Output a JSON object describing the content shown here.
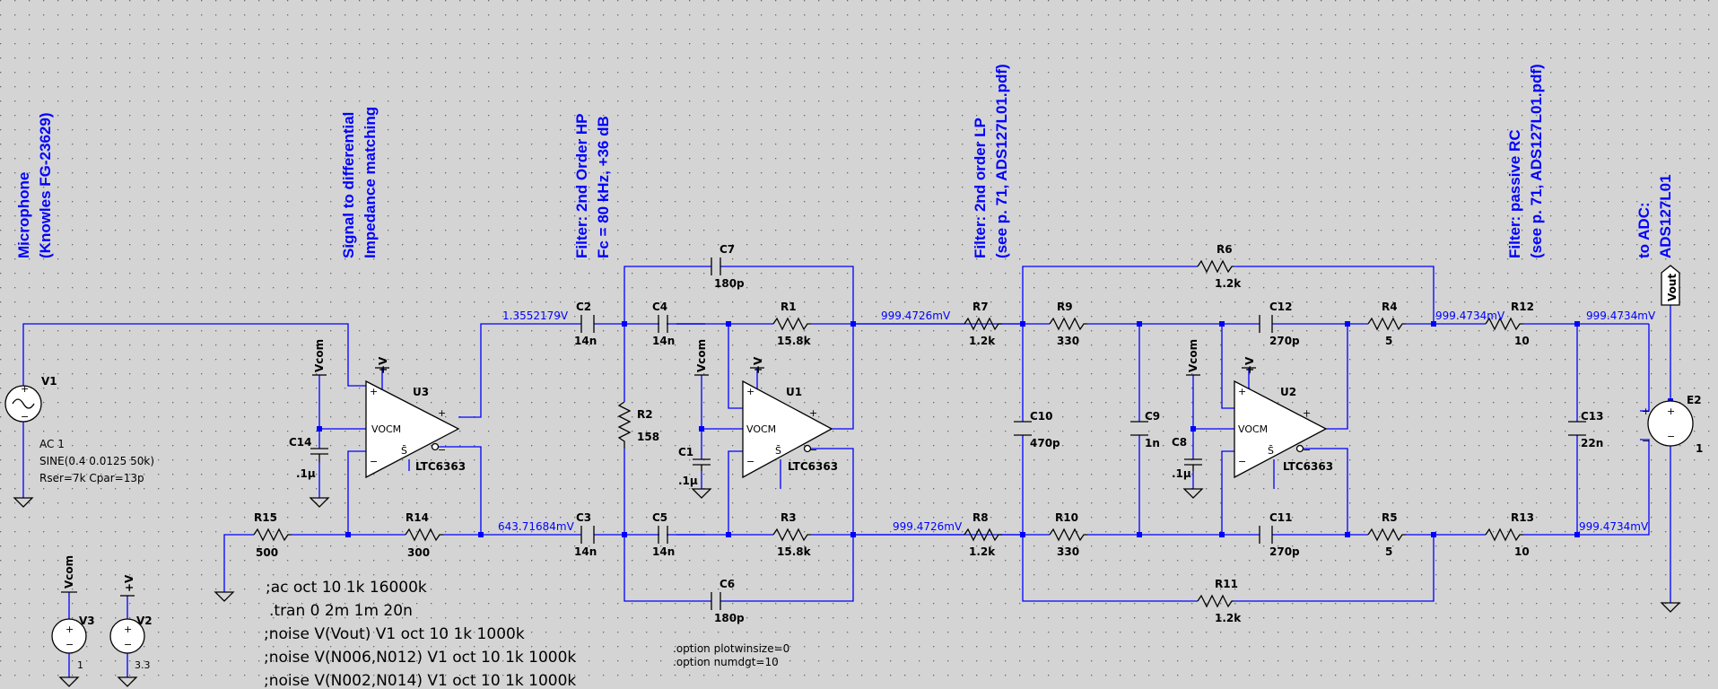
{
  "comments": {
    "mic_1": "Microphone",
    "mic_2": "(Knowles FG-23629)",
    "diff_1": "Signal to differential",
    "diff_2": "Impedance matching",
    "hp_1": "Filter: 2nd Order HP",
    "hp_2": "Fc = 80 kHz, +36 dB",
    "lp_1": "Filter: 2nd order LP",
    "lp_2": "(see p. 71, ADS127L01.pdf)",
    "rc_1": "Filter: passive RC",
    "rc_2": "(see p. 71, ADS127L01.pdf)",
    "adc_1": "to ADC:",
    "adc_2": "ADS127L01"
  },
  "voltages": {
    "n_c2": "1.3552179V",
    "n_c3": "643.71684mV",
    "n_r7": "999.4726mV",
    "n_r8": "999.4726mV",
    "n_r12": "999.4734mV",
    "n_out_top": "999.4734mV",
    "n_out_bot": "999.4734mV"
  },
  "components": {
    "V1": {
      "name": "V1",
      "v1": "AC 1",
      "v2": "SINE(0.4 0.0125 50k)",
      "v3": "Rser=7k Cpar=13p"
    },
    "V2": {
      "name": "V2",
      "value": "3.3"
    },
    "V3": {
      "name": "V3",
      "value": "1"
    },
    "E2": {
      "name": "E2",
      "value": "1"
    },
    "U1": {
      "name": "U1",
      "model": "LTC6363"
    },
    "U2": {
      "name": "U2",
      "model": "LTC6363"
    },
    "U3": {
      "name": "U3",
      "model": "LTC6363"
    },
    "C1": {
      "name": "C1",
      "value": ".1µ"
    },
    "C2": {
      "name": "C2",
      "value": "14n"
    },
    "C3": {
      "name": "C3",
      "value": "14n"
    },
    "C4": {
      "name": "C4",
      "value": "14n"
    },
    "C5": {
      "name": "C5",
      "value": "14n"
    },
    "C6": {
      "name": "C6",
      "value": "180p"
    },
    "C7": {
      "name": "C7",
      "value": "180p"
    },
    "C8": {
      "name": "C8",
      "value": ".1µ"
    },
    "C9": {
      "name": "C9",
      "value": "1n"
    },
    "C10": {
      "name": "C10",
      "value": "470p"
    },
    "C11": {
      "name": "C11",
      "value": "270p"
    },
    "C12": {
      "name": "C12",
      "value": "270p"
    },
    "C13": {
      "name": "C13",
      "value": "22n"
    },
    "C14": {
      "name": "C14",
      "value": ".1µ"
    },
    "R1": {
      "name": "R1",
      "value": "15.8k"
    },
    "R2": {
      "name": "R2",
      "value": "158"
    },
    "R3": {
      "name": "R3",
      "value": "15.8k"
    },
    "R4": {
      "name": "R4",
      "value": "5"
    },
    "R5": {
      "name": "R5",
      "value": "5"
    },
    "R6": {
      "name": "R6",
      "value": "1.2k"
    },
    "R7": {
      "name": "R7",
      "value": "1.2k"
    },
    "R8": {
      "name": "R8",
      "value": "1.2k"
    },
    "R9": {
      "name": "R9",
      "value": "330"
    },
    "R10": {
      "name": "R10",
      "value": "330"
    },
    "R11": {
      "name": "R11",
      "value": "1.2k"
    },
    "R12": {
      "name": "R12",
      "value": "10"
    },
    "R13": {
      "name": "R13",
      "value": "10"
    },
    "R14": {
      "name": "R14",
      "value": "300"
    },
    "R15": {
      "name": "R15",
      "value": "500"
    }
  },
  "labels": {
    "vcom": "Vcom",
    "vplus": "+V",
    "vout": "Vout",
    "vocm": "VOCM",
    "plus": "+",
    "minus": "−",
    "sbar": "S̄"
  },
  "directives": {
    "d1": ";ac oct 10 1k 16000k",
    "d2": ".tran 0 2m 1m 20n",
    "d3": ";noise V(Vout) V1 oct 10 1k 1000k",
    "d4": ";noise V(N006,N012) V1 oct 10 1k 1000k",
    "d5": ";noise V(N002,N014) V1 oct 10 1k 1000k",
    "o1": ".option plotwinsize=0",
    "o2": ".option numdgt=10"
  }
}
